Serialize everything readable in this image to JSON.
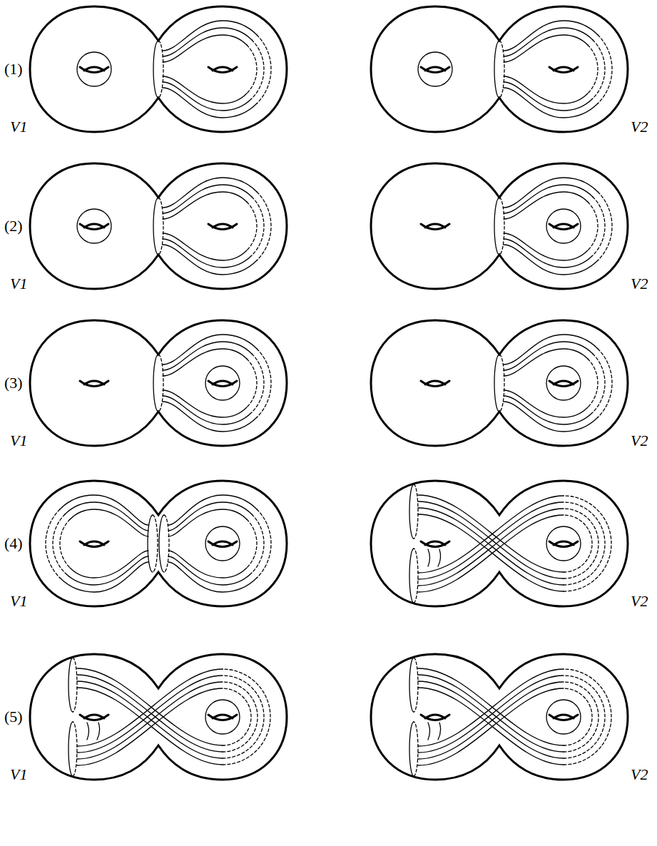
{
  "diagram": {
    "labels": [
      "(1)",
      "V1",
      "V2",
      "(2)",
      "V1",
      "V2",
      "(3)",
      "V1",
      "V2",
      "(4)",
      "V1",
      "V2",
      "(5)",
      "V1",
      "V2"
    ]
  }
}
